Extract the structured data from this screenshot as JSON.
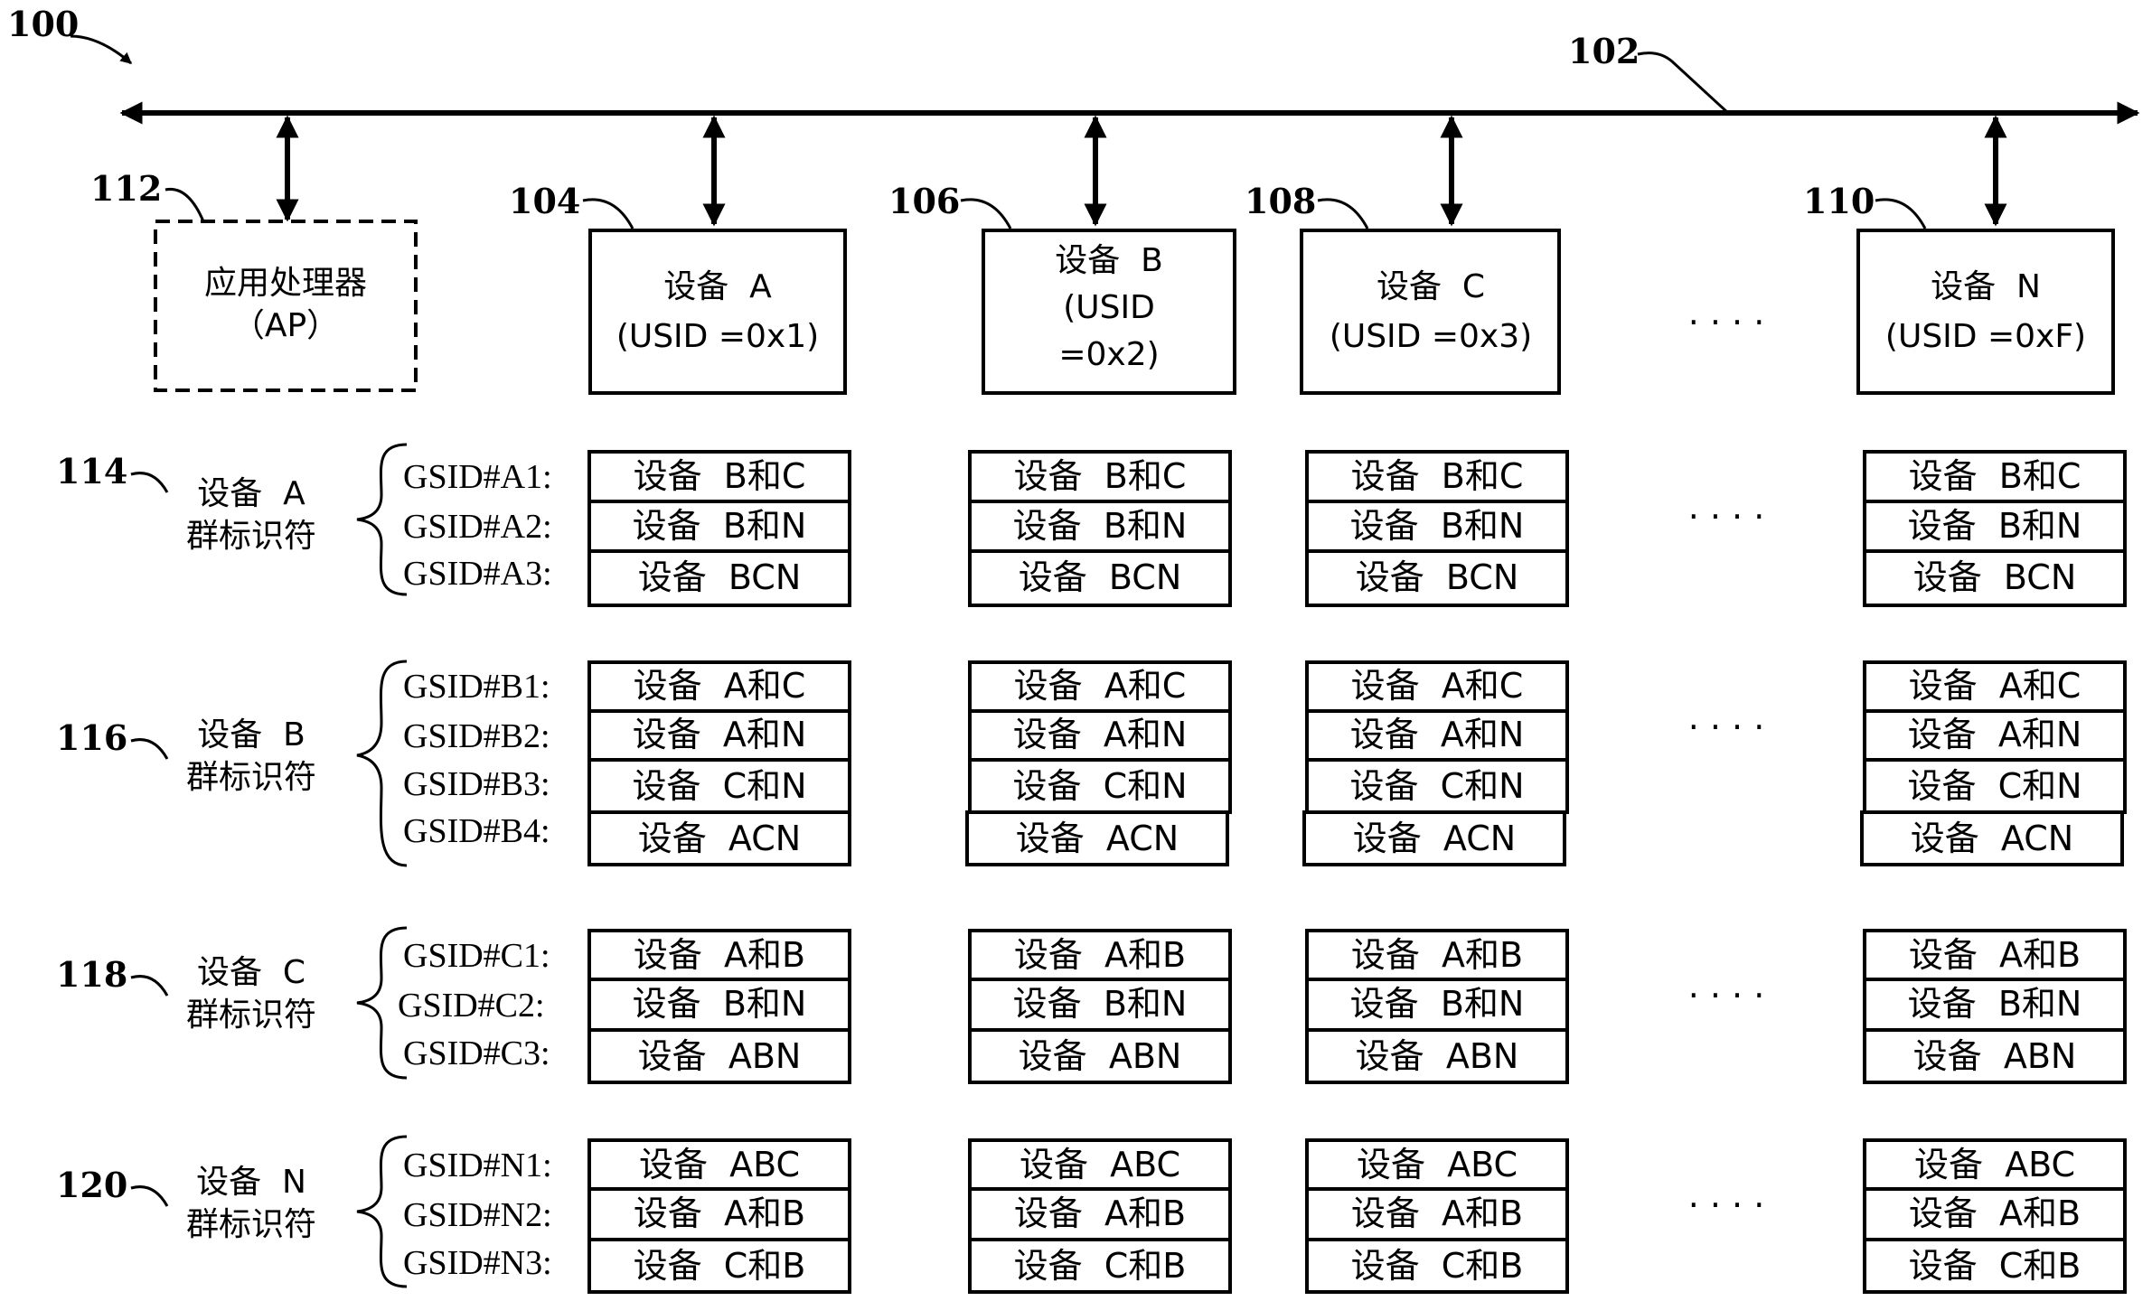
{
  "refs": {
    "system": "100",
    "bus": "102",
    "ap": "112",
    "dev_a": "104",
    "dev_b": "106",
    "dev_c": "108",
    "dev_n": "110",
    "grp_a": "114",
    "grp_b": "116",
    "grp_c": "118",
    "grp_n": "120"
  },
  "ap": {
    "line1": "应用处理器",
    "line2": "（AP）"
  },
  "devices": [
    {
      "lines": [
        "设备  A",
        "(USID =0x1)"
      ]
    },
    {
      "lines": [
        "设备  B",
        "(USID",
        "=0x2)"
      ]
    },
    {
      "lines": [
        "设备  C",
        "(USID =0x3)"
      ]
    },
    {
      "lines": [
        "设备  N",
        "(USID =0xF)"
      ]
    }
  ],
  "ellipsis": "· · · ·",
  "groups": [
    {
      "label": [
        "设备  A",
        "群标识符"
      ],
      "gsids": [
        "GSID#A1:",
        "GSID#A2:",
        "GSID#A3:"
      ],
      "cells": [
        "设备  B和C",
        "设备  B和N",
        "设备  BCN"
      ]
    },
    {
      "label": [
        "设备  B",
        "群标识符"
      ],
      "gsids": [
        "GSID#B1:",
        "GSID#B2:",
        "GSID#B3:",
        "GSID#B4:"
      ],
      "cells": [
        "设备  A和C",
        "设备  A和N",
        "设备  C和N",
        "设备  ACN"
      ]
    },
    {
      "label": [
        "设备  C",
        "群标识符"
      ],
      "gsids": [
        "GSID#C1:",
        "GSID#C2:",
        "GSID#C3:"
      ],
      "cells": [
        "设备  A和B",
        "设备  B和N",
        "设备  ABN"
      ]
    },
    {
      "label": [
        "设备  N",
        "群标识符"
      ],
      "gsids": [
        "GSID#N1:",
        "GSID#N2:",
        "GSID#N3:"
      ],
      "cells": [
        "设备  ABC",
        "设备  A和B",
        "设备  C和B"
      ]
    }
  ]
}
